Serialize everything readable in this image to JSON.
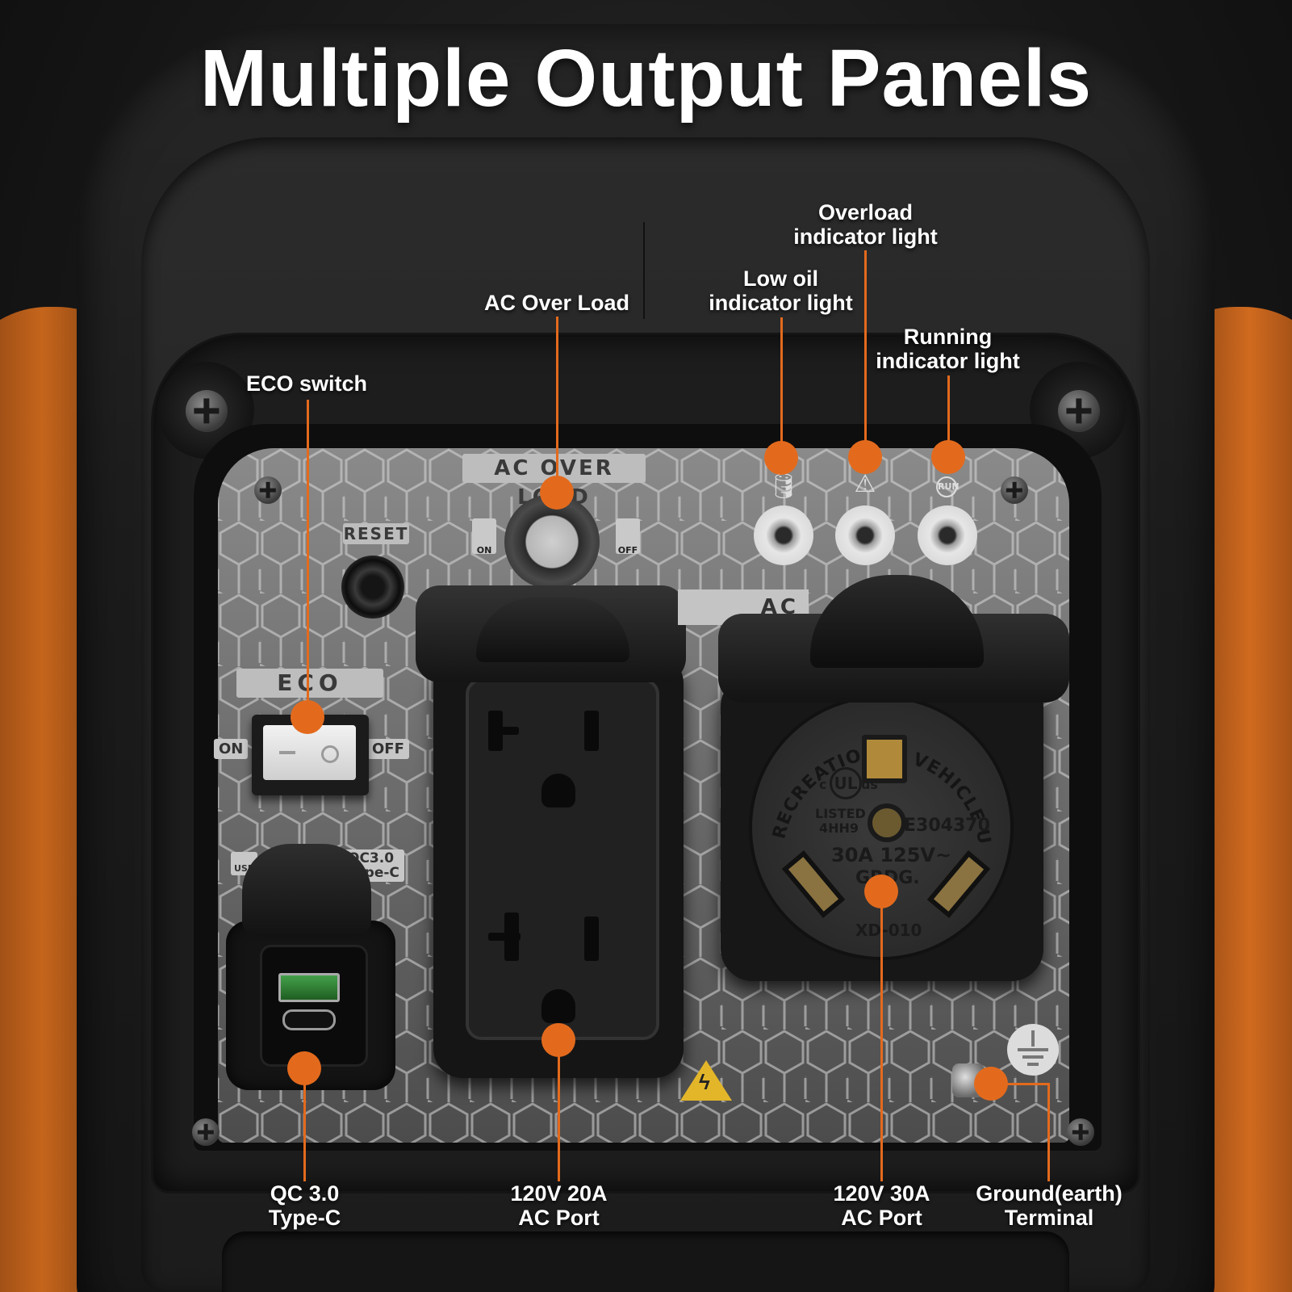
{
  "title": "Multiple Output Panels",
  "callouts": {
    "eco_switch": "ECO switch",
    "ac_over_load": "AC Over Load",
    "low_oil": [
      "Low oil",
      "indicator light"
    ],
    "overload": [
      "Overload",
      "indicator light"
    ],
    "running": [
      "Running",
      "indicator light"
    ],
    "qc3": [
      "QC 3.0",
      "Type-C"
    ],
    "ac20": [
      "120V 20A",
      "AC Port"
    ],
    "ac30": [
      "120V 30A",
      "AC Port"
    ],
    "ground": [
      "Ground(earth)",
      "Terminal"
    ]
  },
  "panel_labels": {
    "ac_over_load": "AC OVER LOAD",
    "reset": "RESET",
    "eco": "ECO",
    "on": "ON",
    "off": "OFF",
    "breaker_on": "ON",
    "breaker_off": "OFF",
    "qc_line1": "QC3.0",
    "qc_line2": "Type-C",
    "usb": "USB",
    "ac_120v": "AC 120V",
    "rv_ring": "RECREATIONAL VEHICLE USE ONLY",
    "ul_mark": "UL",
    "ul_c": "c",
    "ul_us": "us",
    "listed": "LISTED",
    "listed_code": "4HH9",
    "cert": "E304370",
    "rating": "30A 125V~",
    "grdg": "GRDG.",
    "model": "XD-010",
    "run": "RUN"
  },
  "colors": {
    "accent": "#e36a1d",
    "body": "#1c1c1c",
    "plate": "#6a6a6a"
  }
}
